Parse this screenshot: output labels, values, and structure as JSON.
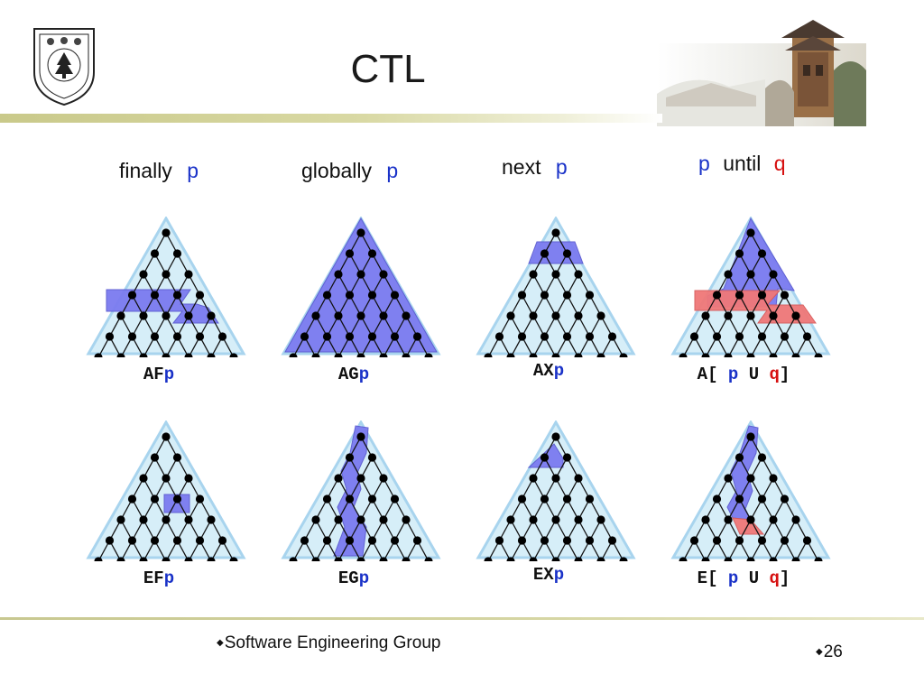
{
  "header": {
    "title": "CTL",
    "logo": "nanjing-university-seal",
    "photo": "tower-photo"
  },
  "headings": [
    {
      "parts": [
        "finally",
        "p"
      ]
    },
    {
      "parts": [
        "globally",
        "p"
      ]
    },
    {
      "parts": [
        "next",
        "p"
      ]
    },
    {
      "parts": [
        "p",
        "until",
        "q"
      ]
    }
  ],
  "formulas": {
    "af": [
      "AF",
      "p"
    ],
    "ag": [
      "AG",
      "p"
    ],
    "ax": [
      "AX",
      "p"
    ],
    "au": [
      "A[",
      "p",
      "U",
      "q",
      "]"
    ],
    "ef": [
      "EF",
      "p"
    ],
    "eg": [
      "EG",
      "p"
    ],
    "ex": [
      "EX",
      "p"
    ],
    "eu": [
      "E[",
      "p",
      "U",
      "q",
      "]"
    ]
  },
  "footer": {
    "group": "Software Engineering Group",
    "page": "26"
  },
  "colors": {
    "p_highlight": "#7b7bf0",
    "q_highlight": "#f07878",
    "tree_fill": "#d6eef8",
    "tree_stroke": "#a8d4ee",
    "p_text": "#1a32c8",
    "q_text": "#d61010"
  }
}
